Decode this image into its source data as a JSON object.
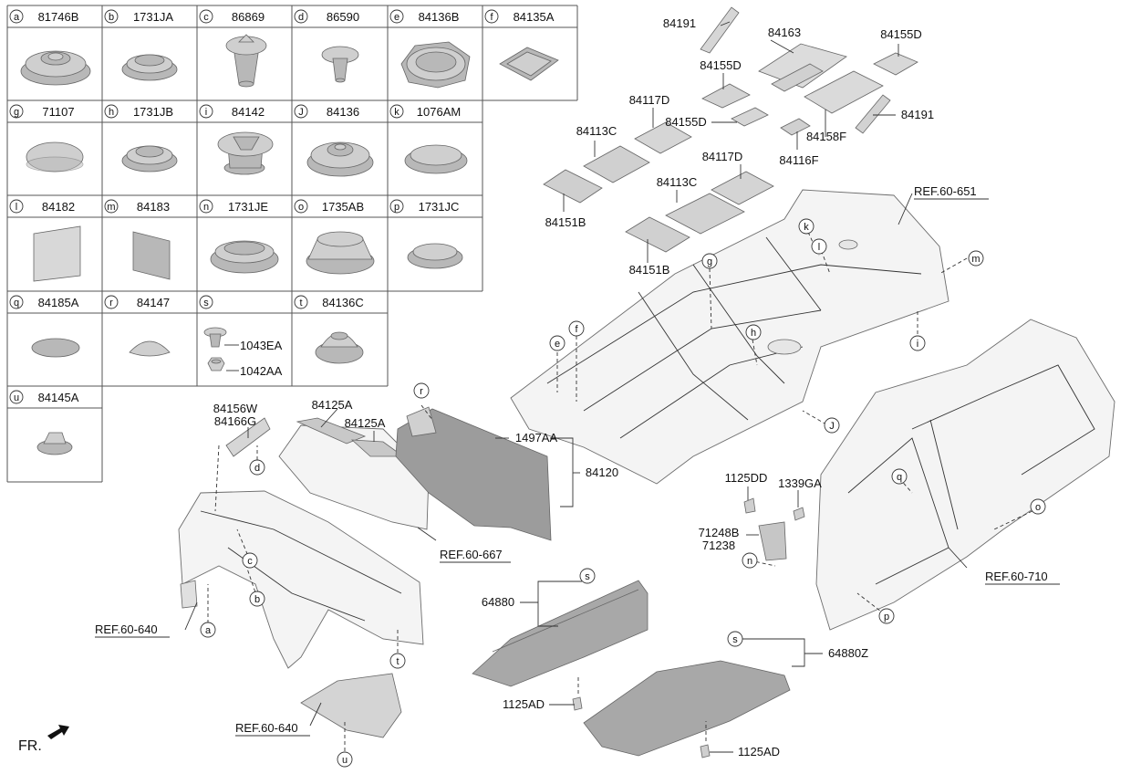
{
  "catalog": [
    {
      "letter": "a",
      "part": "81746B"
    },
    {
      "letter": "b",
      "part": "1731JA"
    },
    {
      "letter": "c",
      "part": "86869"
    },
    {
      "letter": "d",
      "part": "86590"
    },
    {
      "letter": "e",
      "part": "84136B"
    },
    {
      "letter": "f",
      "part": "84135A"
    },
    {
      "letter": "g",
      "part": "71107"
    },
    {
      "letter": "h",
      "part": "1731JB"
    },
    {
      "letter": "i",
      "part": "84142"
    },
    {
      "letter": "J",
      "part": "84136"
    },
    {
      "letter": "k",
      "part": "1076AM"
    },
    {
      "letter": "l",
      "part": "84182"
    },
    {
      "letter": "m",
      "part": "84183"
    },
    {
      "letter": "n",
      "part": "1731JE"
    },
    {
      "letter": "o",
      "part": "1735AB"
    },
    {
      "letter": "p",
      "part": "1731JC"
    },
    {
      "letter": "q",
      "part": "84185A"
    },
    {
      "letter": "r",
      "part": "84147"
    },
    {
      "letter": "s",
      "part": ""
    },
    {
      "letter": "t",
      "part": "84136C"
    },
    {
      "letter": "u",
      "part": "84145A"
    }
  ],
  "catalog_s_parts": [
    "1043EA",
    "1042AA"
  ],
  "part_labels": {
    "p84191a": "84191",
    "p84163": "84163",
    "p84155d_a": "84155D",
    "p84155d_b": "84155D",
    "p84191b": "84191",
    "p84155d_c": "84155D",
    "p84117d_a": "84117D",
    "p84158f": "84158F",
    "p84116f": "84116F",
    "p84113c_a": "84113C",
    "p84117d_b": "84117D",
    "p84113c_b": "84113C",
    "p84151b_a": "84151B",
    "p84151b_b": "84151B",
    "p84156w": "84156W",
    "p84166g": "84166G",
    "p84125a_a": "84125A",
    "p84125a_b": "84125A",
    "p1497aa": "1497AA",
    "p84120": "84120",
    "p1125dd": "1125DD",
    "p1339ga": "1339GA",
    "p71248b": "71248B",
    "p71238": "71238",
    "p64880": "64880",
    "p64880z": "64880Z",
    "p1125ad_a": "1125AD",
    "p1125ad_b": "1125AD"
  },
  "refs": {
    "r651": "REF.60-651",
    "r667": "REF.60-667",
    "r640a": "REF.60-640",
    "r710": "REF.60-710",
    "r640b": "REF.60-640"
  },
  "callouts": {
    "k": "k",
    "l": "l",
    "m": "m",
    "g": "g",
    "h": "h",
    "i": "i",
    "e": "e",
    "f": "f",
    "J": "J",
    "r": "r",
    "d": "d",
    "c": "c",
    "b": "b",
    "a": "a",
    "t": "t",
    "u": "u",
    "q": "q",
    "o": "o",
    "n": "n",
    "p": "p",
    "s1": "s",
    "s2": "s"
  },
  "front_label": "FR."
}
